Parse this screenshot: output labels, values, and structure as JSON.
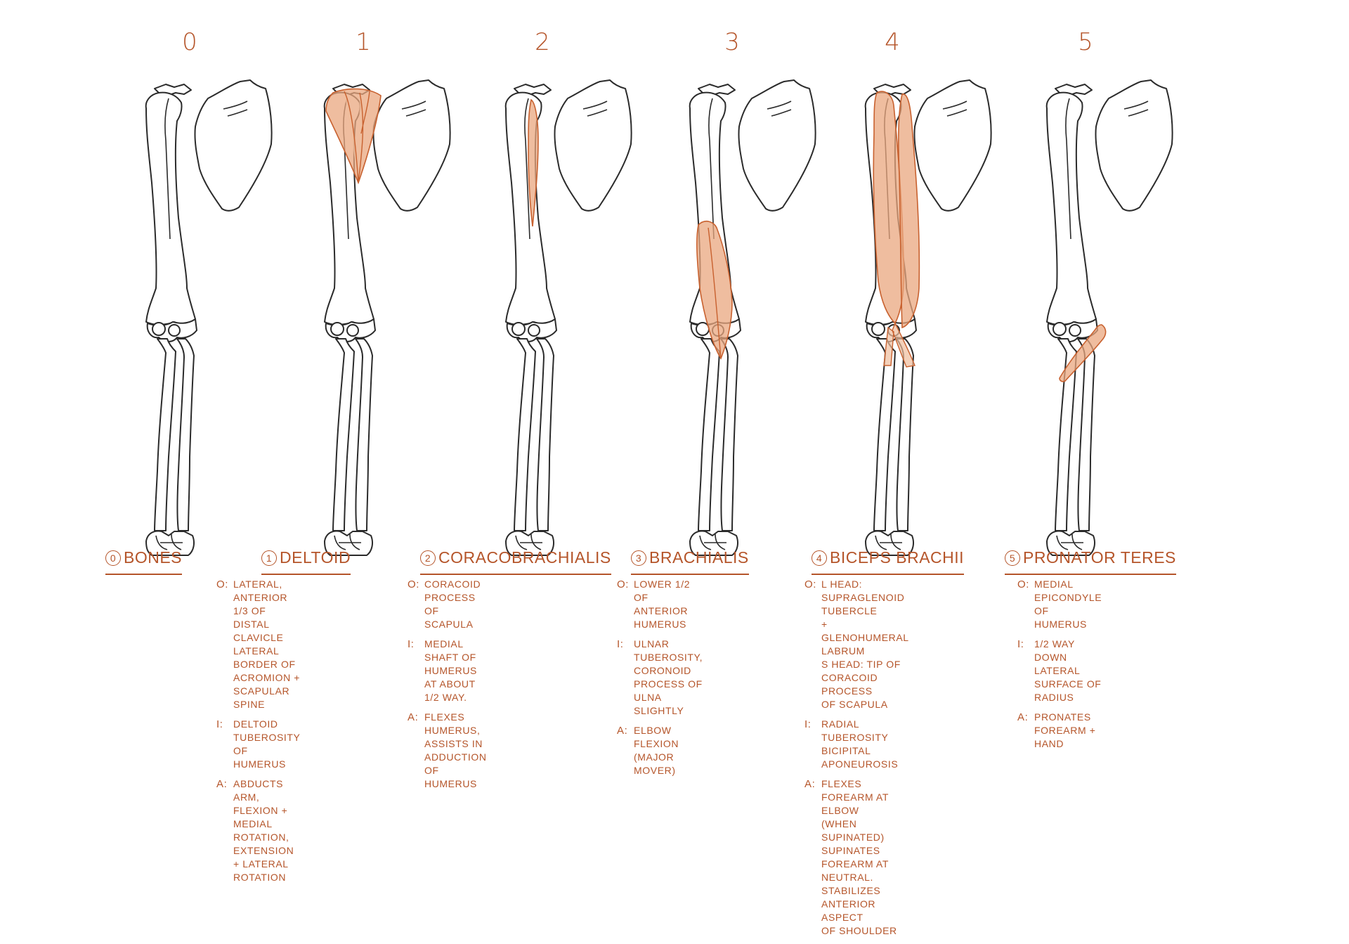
{
  "stages": [
    {
      "number": "0",
      "title": "BONES",
      "circle": "0",
      "notes": []
    },
    {
      "number": "1",
      "title": "DELTOID",
      "circle": "1",
      "notes": [
        {
          "label": "O:",
          "text": "LATERAL, ANTERIOR 1/3 OF\nDISTAL CLAVICLE LATERAL\nBORDER OF ACROMION +\nSCAPULAR SPINE"
        },
        {
          "label": "I:",
          "text": "DELTOID TUBEROSITY OF\nHUMERUS"
        },
        {
          "label": "A:",
          "text": "ABDUCTS ARM, FLEXION +\nMEDIAL ROTATION, EXTENSION\n+ LATERAL ROTATION"
        }
      ]
    },
    {
      "number": "2",
      "title": "CORACOBRACHIALIS",
      "circle": "2",
      "notes": [
        {
          "label": "O:",
          "text": "CORACOID PROCESS OF SCAPULA"
        },
        {
          "label": "I:",
          "text": "MEDIAL SHAFT OF HUMERUS\nAT ABOUT 1/2 WAY."
        },
        {
          "label": "A:",
          "text": "FLEXES HUMERUS, ASSISTS IN\nADDUCTION OF HUMERUS"
        }
      ]
    },
    {
      "number": "3",
      "title": "BRACHIALIS",
      "circle": "3",
      "notes": [
        {
          "label": "O:",
          "text": "LOWER 1/2 OF ANTERIOR\nHUMERUS"
        },
        {
          "label": "I:",
          "text": "ULNAR TUBEROSITY,\nCORONOID PROCESS OF\nULNA SLIGHTLY"
        },
        {
          "label": "A:",
          "text": "ELBOW FLEXION (MAJOR MOVER)"
        }
      ]
    },
    {
      "number": "4",
      "title": "BICEPS BRACHII",
      "circle": "4",
      "notes": [
        {
          "label": "O:",
          "text": "L HEAD: SUPRAGLENOID TUBERCLE\n+ GLENOHUMERAL LABRUM\nS HEAD: TIP OF CORACOID PROCESS\nOF SCAPULA"
        },
        {
          "label": "I:",
          "text": "RADIAL TUBEROSITY BICIPITAL\nAPONEUROSIS"
        },
        {
          "label": "A:",
          "text": "FLEXES FOREARM AT ELBOW\n(WHEN SUPINATED) SUPINATES\nFOREARM AT NEUTRAL.\nSTABILIZES ANTERIOR ASPECT\nOF SHOULDER"
        }
      ]
    },
    {
      "number": "5",
      "title": "PRONATOR TERES",
      "circle": "5",
      "notes": [
        {
          "label": "O:",
          "text": "MEDIAL EPICONDYLE OF\nHUMERUS"
        },
        {
          "label": "I:",
          "text": "1/2 WAY DOWN LATERAL\nSURFACE OF RADIUS"
        },
        {
          "label": "A:",
          "text": "PRONATES FOREARM + HAND"
        }
      ]
    }
  ],
  "colors": {
    "accent": "#b5552a",
    "muscle": "#e9a77f",
    "bone_line": "#2b2b2b"
  }
}
